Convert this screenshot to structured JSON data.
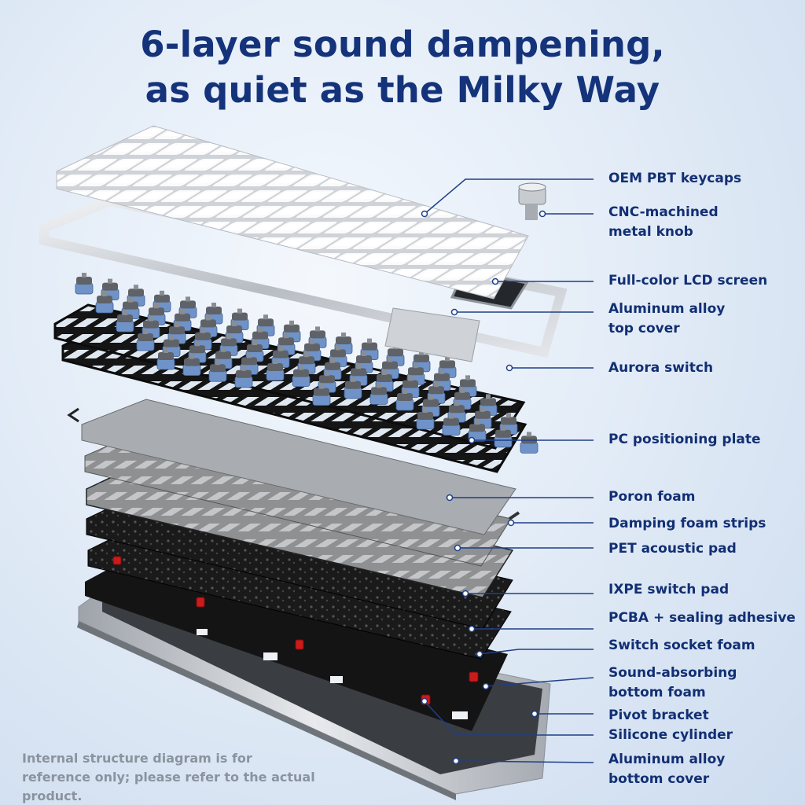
{
  "header": {
    "title_line1": "6-layer sound dampening,",
    "title_line2": "as quiet as the Milky Way"
  },
  "labels": {
    "keycaps": "OEM PBT keycaps",
    "knob_line1": "CNC-machined",
    "knob_line2": "metal knob",
    "lcd": "Full-color LCD screen",
    "top_cover_line1": "Aluminum alloy",
    "top_cover_line2": "top cover",
    "switch": "Aurora switch",
    "plate": "PC positioning plate",
    "poron": "Poron foam",
    "damping": "Damping foam strips",
    "pet": "PET acoustic pad",
    "ixpe": "IXPE switch pad",
    "pcba": "PCBA + sealing adhesive",
    "socket_foam": "Switch socket foam",
    "bottom_foam_line1": "Sound-absorbing",
    "bottom_foam_line2": "bottom foam",
    "pivot": "Pivot bracket",
    "silicone": "Silicone cylinder",
    "bottom_cover_line1": "Aluminum alloy",
    "bottom_cover_line2": "bottom cover"
  },
  "footer": {
    "note": "Internal structure diagram is for reference only; please refer to the actual product."
  },
  "colors": {
    "title": "#14337a",
    "label": "#122f73",
    "leader": "#1f3f86",
    "note": "#8a939e",
    "switch_housing": "#6f93c8",
    "silicone": "#cc1b1b"
  }
}
